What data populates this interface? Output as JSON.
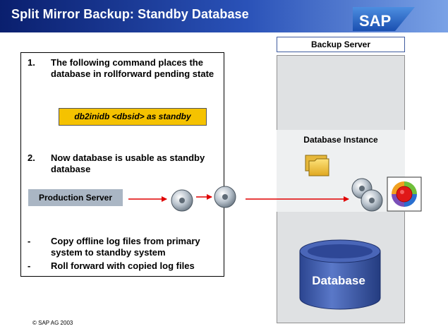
{
  "header": {
    "title": "Split Mirror Backup: Standby Database",
    "logo_text": "SAP"
  },
  "steps": [
    {
      "number": "1.",
      "text": "The following command places the database in rollforward pending state"
    },
    {
      "number": "2.",
      "text": "Now database is usable as standby database"
    }
  ],
  "command": "db2inidb <dbsid> as standby",
  "production_server": "Production Server",
  "notes": [
    {
      "bullet": "-",
      "text": "Copy offline log files from primary system to standby system"
    },
    {
      "bullet": "-",
      "text": "Roll forward with copied log files"
    }
  ],
  "backup_server": {
    "label": "Backup Server",
    "instance_label": "Database Instance",
    "database_label": "Database"
  },
  "footer": {
    "copyright": "© SAP AG 2003"
  },
  "colors": {
    "title_dark": "#0a1f6e",
    "title_light": "#7aa2e6",
    "command_bg": "#f5c200",
    "arrow": "#e00000",
    "database": "#3a55a4",
    "production_box": "#aab6c4"
  },
  "icons": [
    "folder-icon",
    "disk-icon",
    "app-logo-icon",
    "database-cylinder"
  ]
}
